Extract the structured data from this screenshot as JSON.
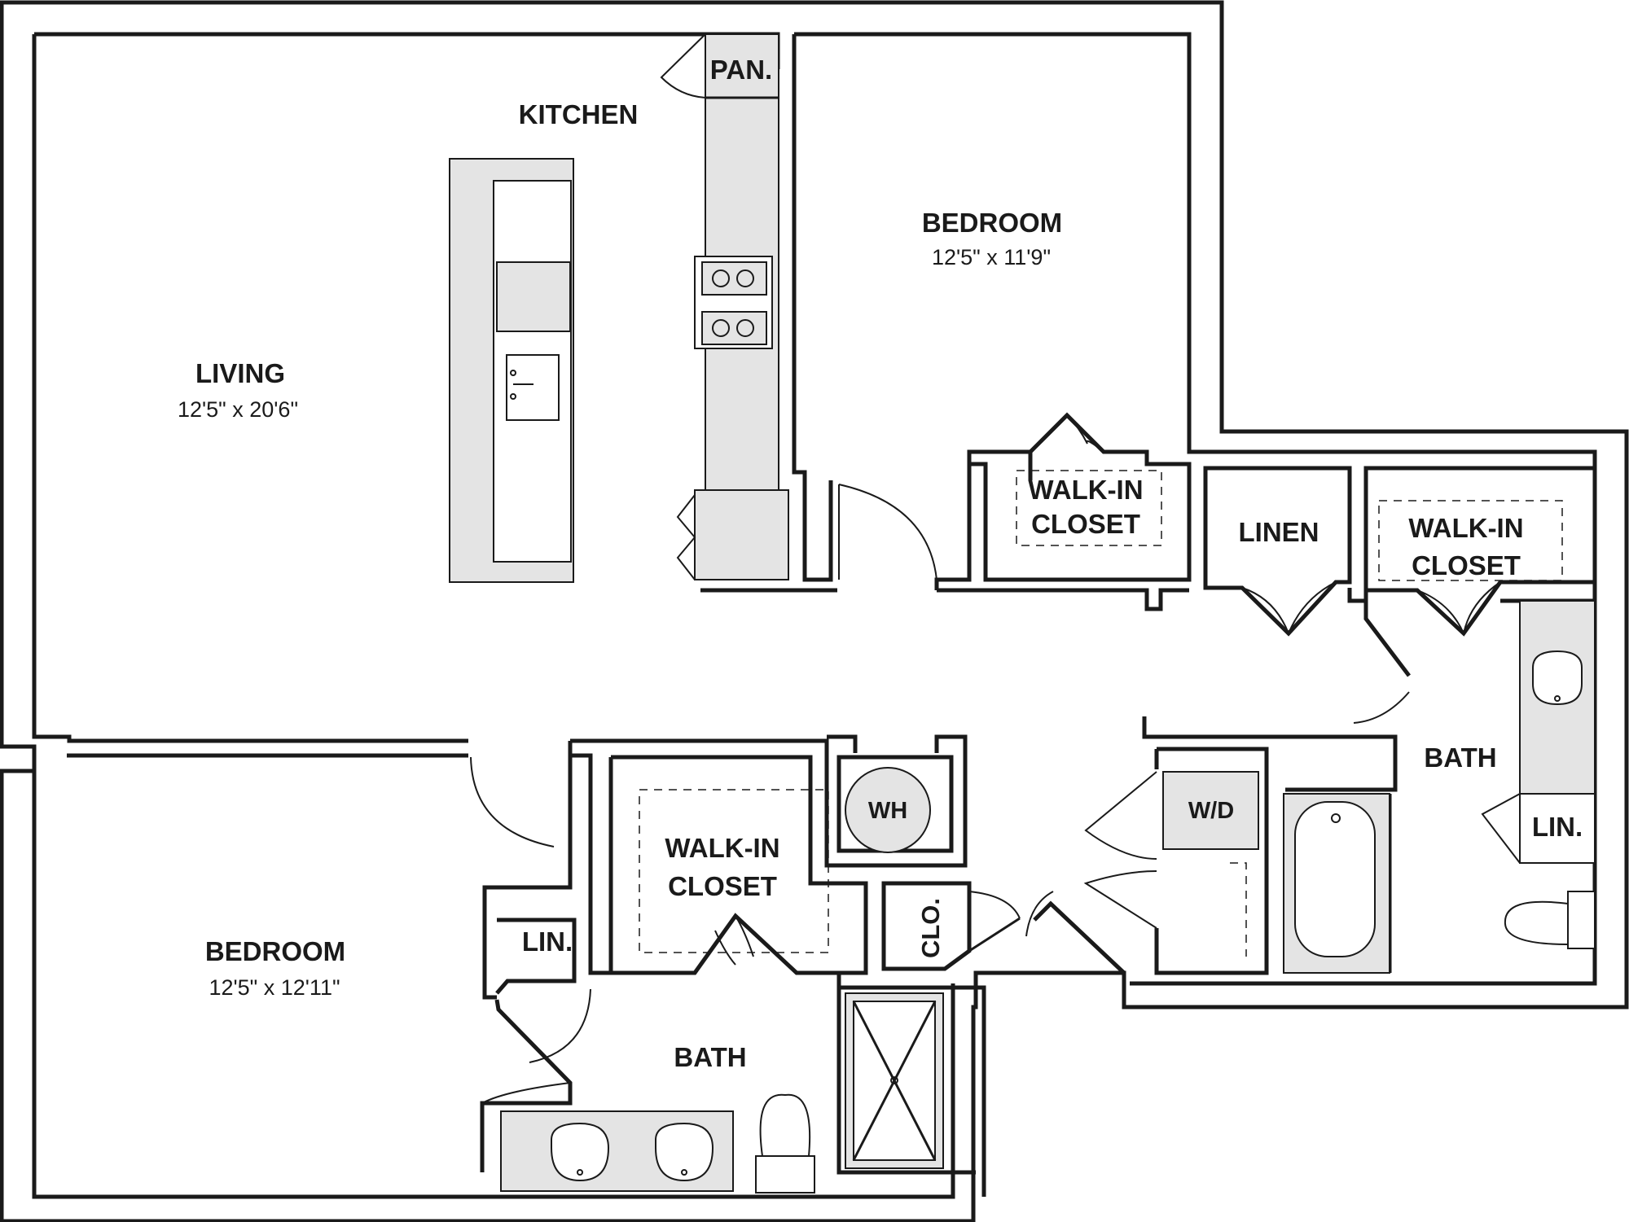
{
  "rooms": {
    "kitchen": {
      "label": "KITCHEN"
    },
    "pantry": {
      "label": "PAN."
    },
    "living": {
      "label": "LIVING",
      "dims": "12'5\" x 20'6\""
    },
    "bedroom1": {
      "label": "BEDROOM",
      "dims": "12'5\" x 11'9\""
    },
    "walkin1": {
      "line1": "WALK-IN",
      "line2": "CLOSET"
    },
    "linen_hall": {
      "label": "LINEN"
    },
    "walkin2": {
      "line1": "WALK-IN",
      "line2": "CLOSET"
    },
    "bath1": {
      "label": "BATH"
    },
    "lin_bath1": {
      "label": "LIN."
    },
    "wd": {
      "label": "W/D"
    },
    "wh": {
      "label": "WH"
    },
    "walkin3": {
      "line1": "WALK-IN",
      "line2": "CLOSET"
    },
    "clo": {
      "label": "CLO."
    },
    "bedroom2": {
      "label": "BEDROOM",
      "dims": "12'5\" x 12'11\""
    },
    "lin_bed2": {
      "label": "LIN."
    },
    "bath2": {
      "label": "BATH"
    }
  },
  "colors": {
    "wall": "#1a1a1a",
    "fixture_fill": "#e4e4e4",
    "background": "#ffffff"
  }
}
